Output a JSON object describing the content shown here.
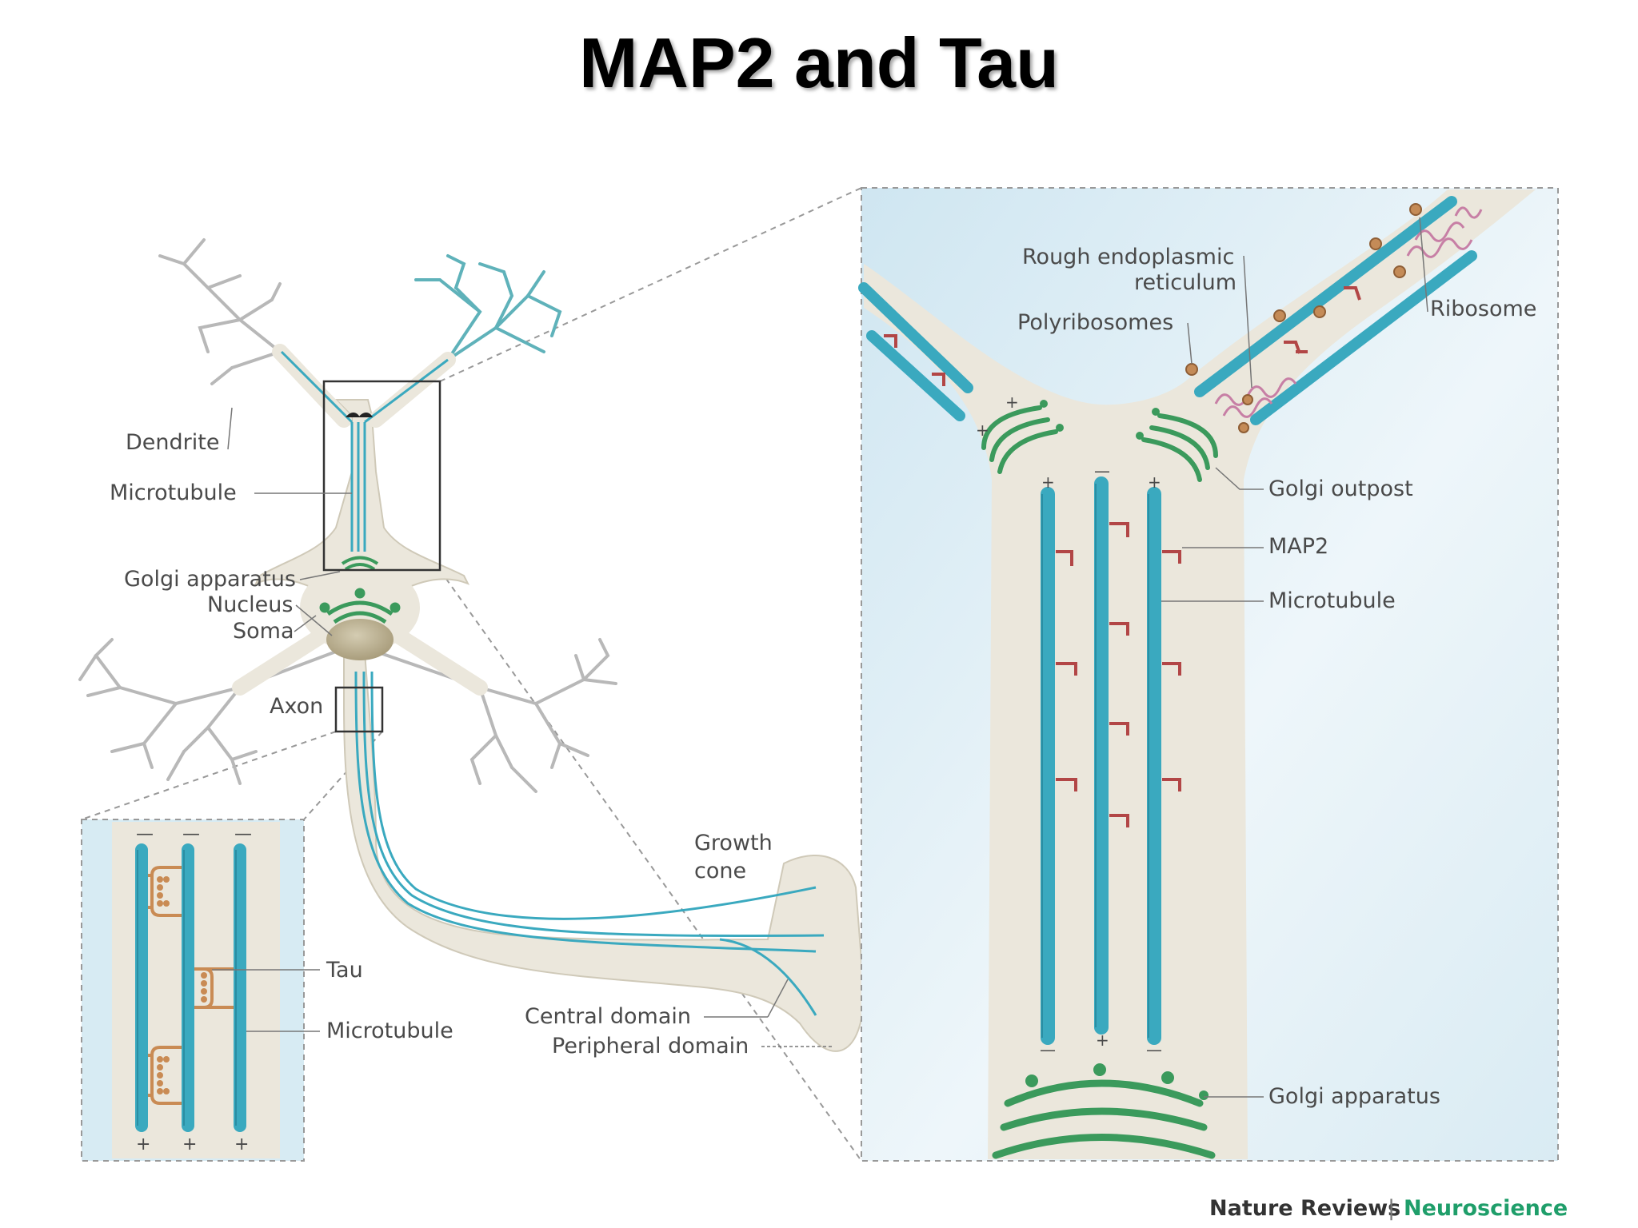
{
  "title": "MAP2 and Tau",
  "neuron_labels": {
    "dendrite": "Dendrite",
    "microtubule": "Microtubule",
    "golgi_apparatus": "Golgi apparatus",
    "nucleus": "Nucleus",
    "soma": "Soma",
    "axon": "Axon",
    "growth_cone_line1": "Growth",
    "growth_cone_line2": "cone",
    "central_domain": "Central domain",
    "peripheral_domain": "Peripheral domain"
  },
  "axon_inset_labels": {
    "tau": "Tau",
    "microtubule": "Microtubule",
    "plus": "+",
    "minus": "—"
  },
  "dendrite_inset_labels": {
    "rer_line1": "Rough endoplasmic",
    "rer_line2": "reticulum",
    "polyribosomes": "Polyribosomes",
    "ribosome": "Ribosome",
    "golgi_outpost": "Golgi outpost",
    "map2": "MAP2",
    "microtubule": "Microtubule",
    "golgi_apparatus": "Golgi apparatus",
    "plus": "+",
    "minus": "—"
  },
  "credit": {
    "publisher": "Nature Reviews",
    "separator": "|",
    "journal": "Neuroscience"
  },
  "colors": {
    "cytoplasm": "#ebe7dc",
    "microtubule": "#3aa9bf",
    "golgi": "#3b9a5c",
    "map2": "#b24646",
    "tau": "#c98b54",
    "inset_bg": "#d7ebf3",
    "nucleus": "#b5aa8a"
  }
}
